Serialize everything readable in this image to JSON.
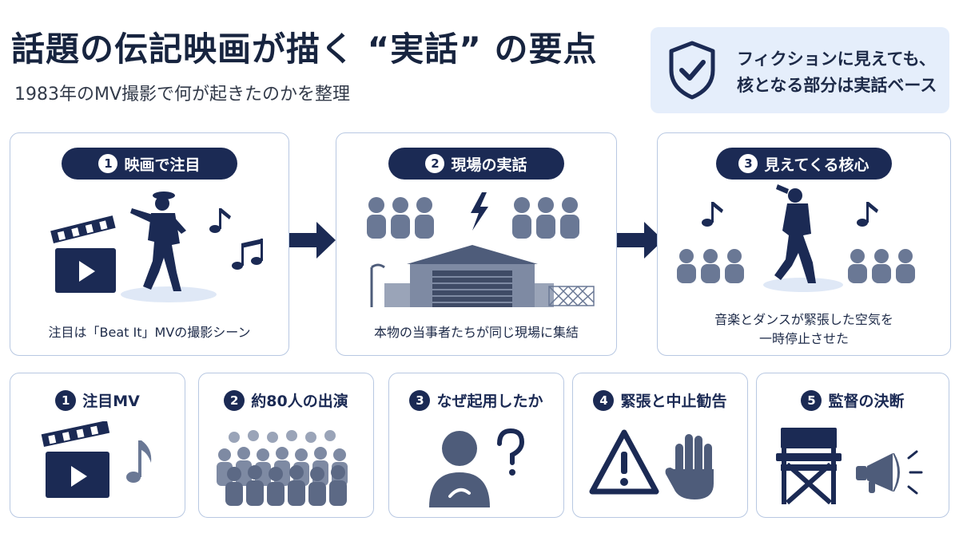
{
  "header": {
    "title": "話題の伝記映画が描く “実話” の要点",
    "subtitle": "1983年のMV撮影で何が起きたのかを整理"
  },
  "callout": {
    "line1": "フィクションに見えても、",
    "line2": "核となる部分は実話ベース",
    "icon": "shield-check-icon"
  },
  "steps": [
    {
      "num": "1",
      "label": "映画で注目",
      "caption": "注目は「Beat It」MVの撮影シーン"
    },
    {
      "num": "2",
      "label": "現場の実話",
      "caption": "本物の当事者たちが同じ現場に集結"
    },
    {
      "num": "3",
      "label": "見えてくる核心",
      "caption_line1": "音楽とダンスが緊張した空気を",
      "caption_line2": "一時停止させた"
    }
  ],
  "cards": [
    {
      "num": "1",
      "label": "注目MV",
      "icon": "clapperboard-music-icon"
    },
    {
      "num": "2",
      "label": "約80人の出演",
      "icon": "crowd-icon"
    },
    {
      "num": "3",
      "label": "なぜ起用したか",
      "icon": "person-question-icon"
    },
    {
      "num": "4",
      "label": "緊張と中止勧告",
      "icon": "warning-hand-icon"
    },
    {
      "num": "5",
      "label": "監督の決断",
      "icon": "director-chair-megaphone-icon"
    }
  ],
  "colors": {
    "navy": "#1b2a54",
    "slate": "#6a7895",
    "light": "#e5eefb",
    "border": "#b8c8e2"
  }
}
